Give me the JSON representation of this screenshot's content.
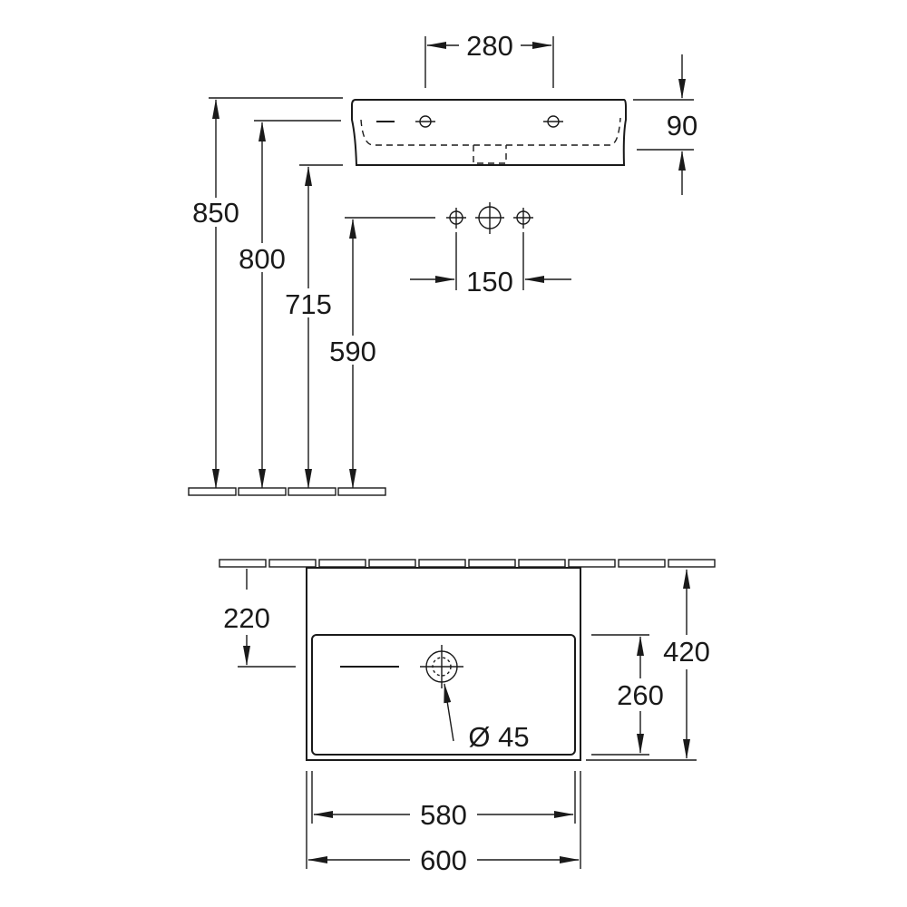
{
  "dimensions": {
    "top_holes_spacing": "280",
    "rim_height": "90",
    "height_850": "850",
    "height_800": "800",
    "height_715": "715",
    "height_590": "590",
    "tap_spacing": "150",
    "depth_220": "220",
    "basin_depth_260": "260",
    "total_depth_420": "420",
    "drain_diameter": "Ø 45",
    "inner_width_580": "580",
    "total_width_600": "600"
  }
}
